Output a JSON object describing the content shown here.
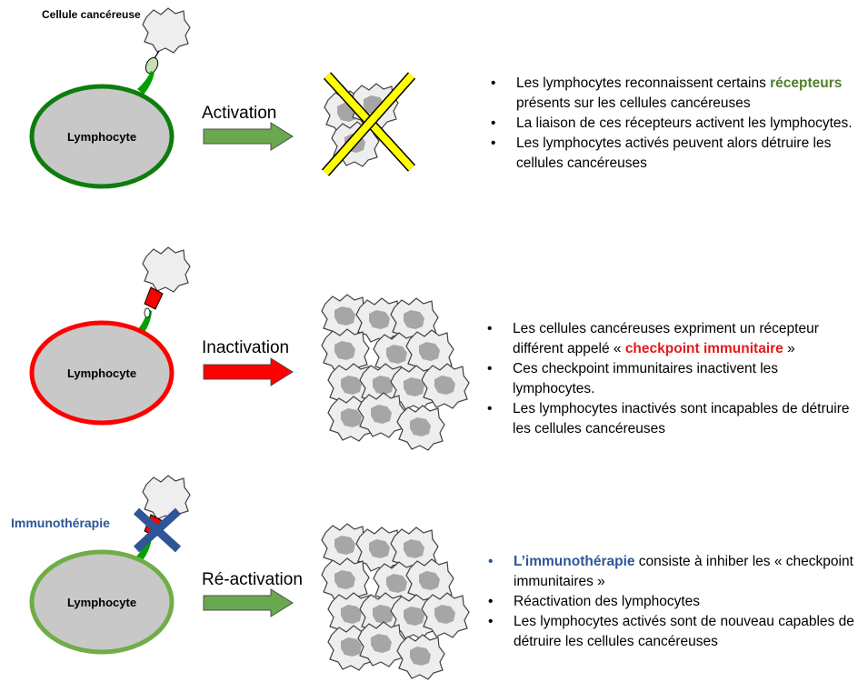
{
  "labels": {
    "cancer_cell": "Cellule cancéreuse",
    "lymphocyte": "Lymphocyte",
    "immunotherapy": "Immunothérapie"
  },
  "rows": [
    {
      "arrow_label": "Activation",
      "arrow_color": "#6aa84f",
      "ring_color": "#0e7d0e",
      "bullets": [
        {
          "pre": "Les lymphocytes reconnaissent certains ",
          "hl": "récepteurs",
          "post": " présents sur les cellules cancéreuses"
        },
        {
          "pre": "La liaison de ces récepteurs activent les lymphocytes.",
          "hl": "",
          "post": ""
        },
        {
          "pre": "Les lymphocytes activés peuvent alors détruire les cellules cancéreuses",
          "hl": "",
          "post": ""
        }
      ]
    },
    {
      "arrow_label": "Inactivation",
      "arrow_color": "#ff0000",
      "ring_color": "#ff0000",
      "bullets": [
        {
          "pre": "Les cellules cancéreuses expriment un récepteur différent appelé « ",
          "hl": "checkpoint immunitaire",
          "post": " »"
        },
        {
          "pre": "Ces checkpoint immunitaires inactivent les lymphocytes.",
          "hl": "",
          "post": ""
        },
        {
          "pre": "Les lymphocytes inactivés sont incapables de détruire les cellules cancéreuses",
          "hl": "",
          "post": ""
        }
      ]
    },
    {
      "arrow_label": "Ré-activation",
      "arrow_color": "#6aa84f",
      "ring_color": "#70ad47",
      "bullets": [
        {
          "pre": "",
          "hl": "L’immunothérapie",
          "post": " consiste à inhiber les « checkpoint immunitaires »"
        },
        {
          "pre": "Réactivation des lymphocytes",
          "hl": "",
          "post": ""
        },
        {
          "pre": "Les lymphocytes activés sont de nouveau capables de détruire les cellules cancéreuses",
          "hl": "",
          "post": ""
        }
      ]
    }
  ],
  "colors": {
    "cell_fill": "#eeeeee",
    "nucleus_fill": "#a6a6a6",
    "lymphocyte_fill": "#c8c8c8",
    "cross_yellow": "#ffff00",
    "immuno_blue": "#2e5597",
    "receptor_green": "#00a000",
    "receptor_pale_green": "#c5e0b4",
    "checkpoint_red": "#ff0000"
  }
}
